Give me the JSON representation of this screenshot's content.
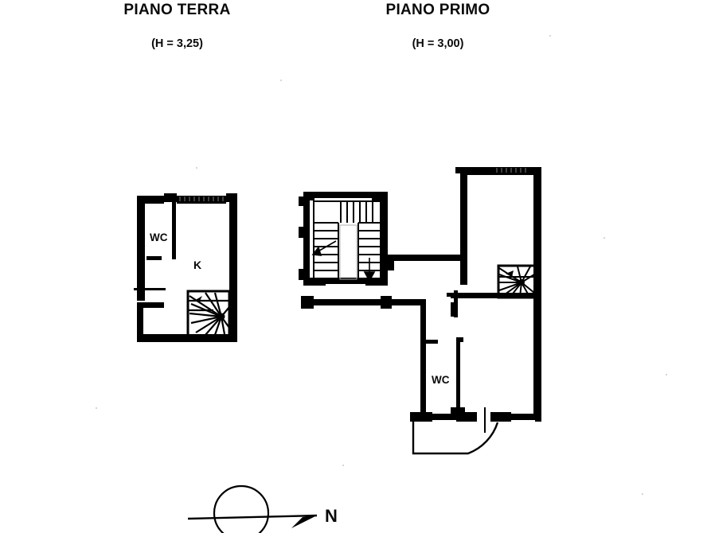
{
  "document": {
    "type": "architectural-floor-plan",
    "background_color": "#ffffff",
    "ink_color": "#000000",
    "sheet_width": 893,
    "sheet_height": 670
  },
  "plans": {
    "ground_floor": {
      "title": "PIANO TERRA",
      "height_note": "(H = 3,25)",
      "rooms": [
        {
          "code": "WC",
          "label": "WC"
        },
        {
          "code": "K",
          "label": "K"
        }
      ],
      "features": [
        "perimeter-walls",
        "window-openings",
        "interior-partition",
        "winder-staircase",
        "door-opening"
      ]
    },
    "first_floor": {
      "title": "PIANO PRIMO",
      "height_note": "(H = 3,00)",
      "rooms": [
        {
          "code": "WC",
          "label": "WC"
        }
      ],
      "features": [
        "stairwell-block",
        "u-shaped-switchback-stair",
        "spiral-staircase",
        "perimeter-walls",
        "window-openings",
        "door-swing-arc",
        "interior-partitions"
      ]
    }
  },
  "compass": {
    "label": "N",
    "type": "north-arrow"
  }
}
